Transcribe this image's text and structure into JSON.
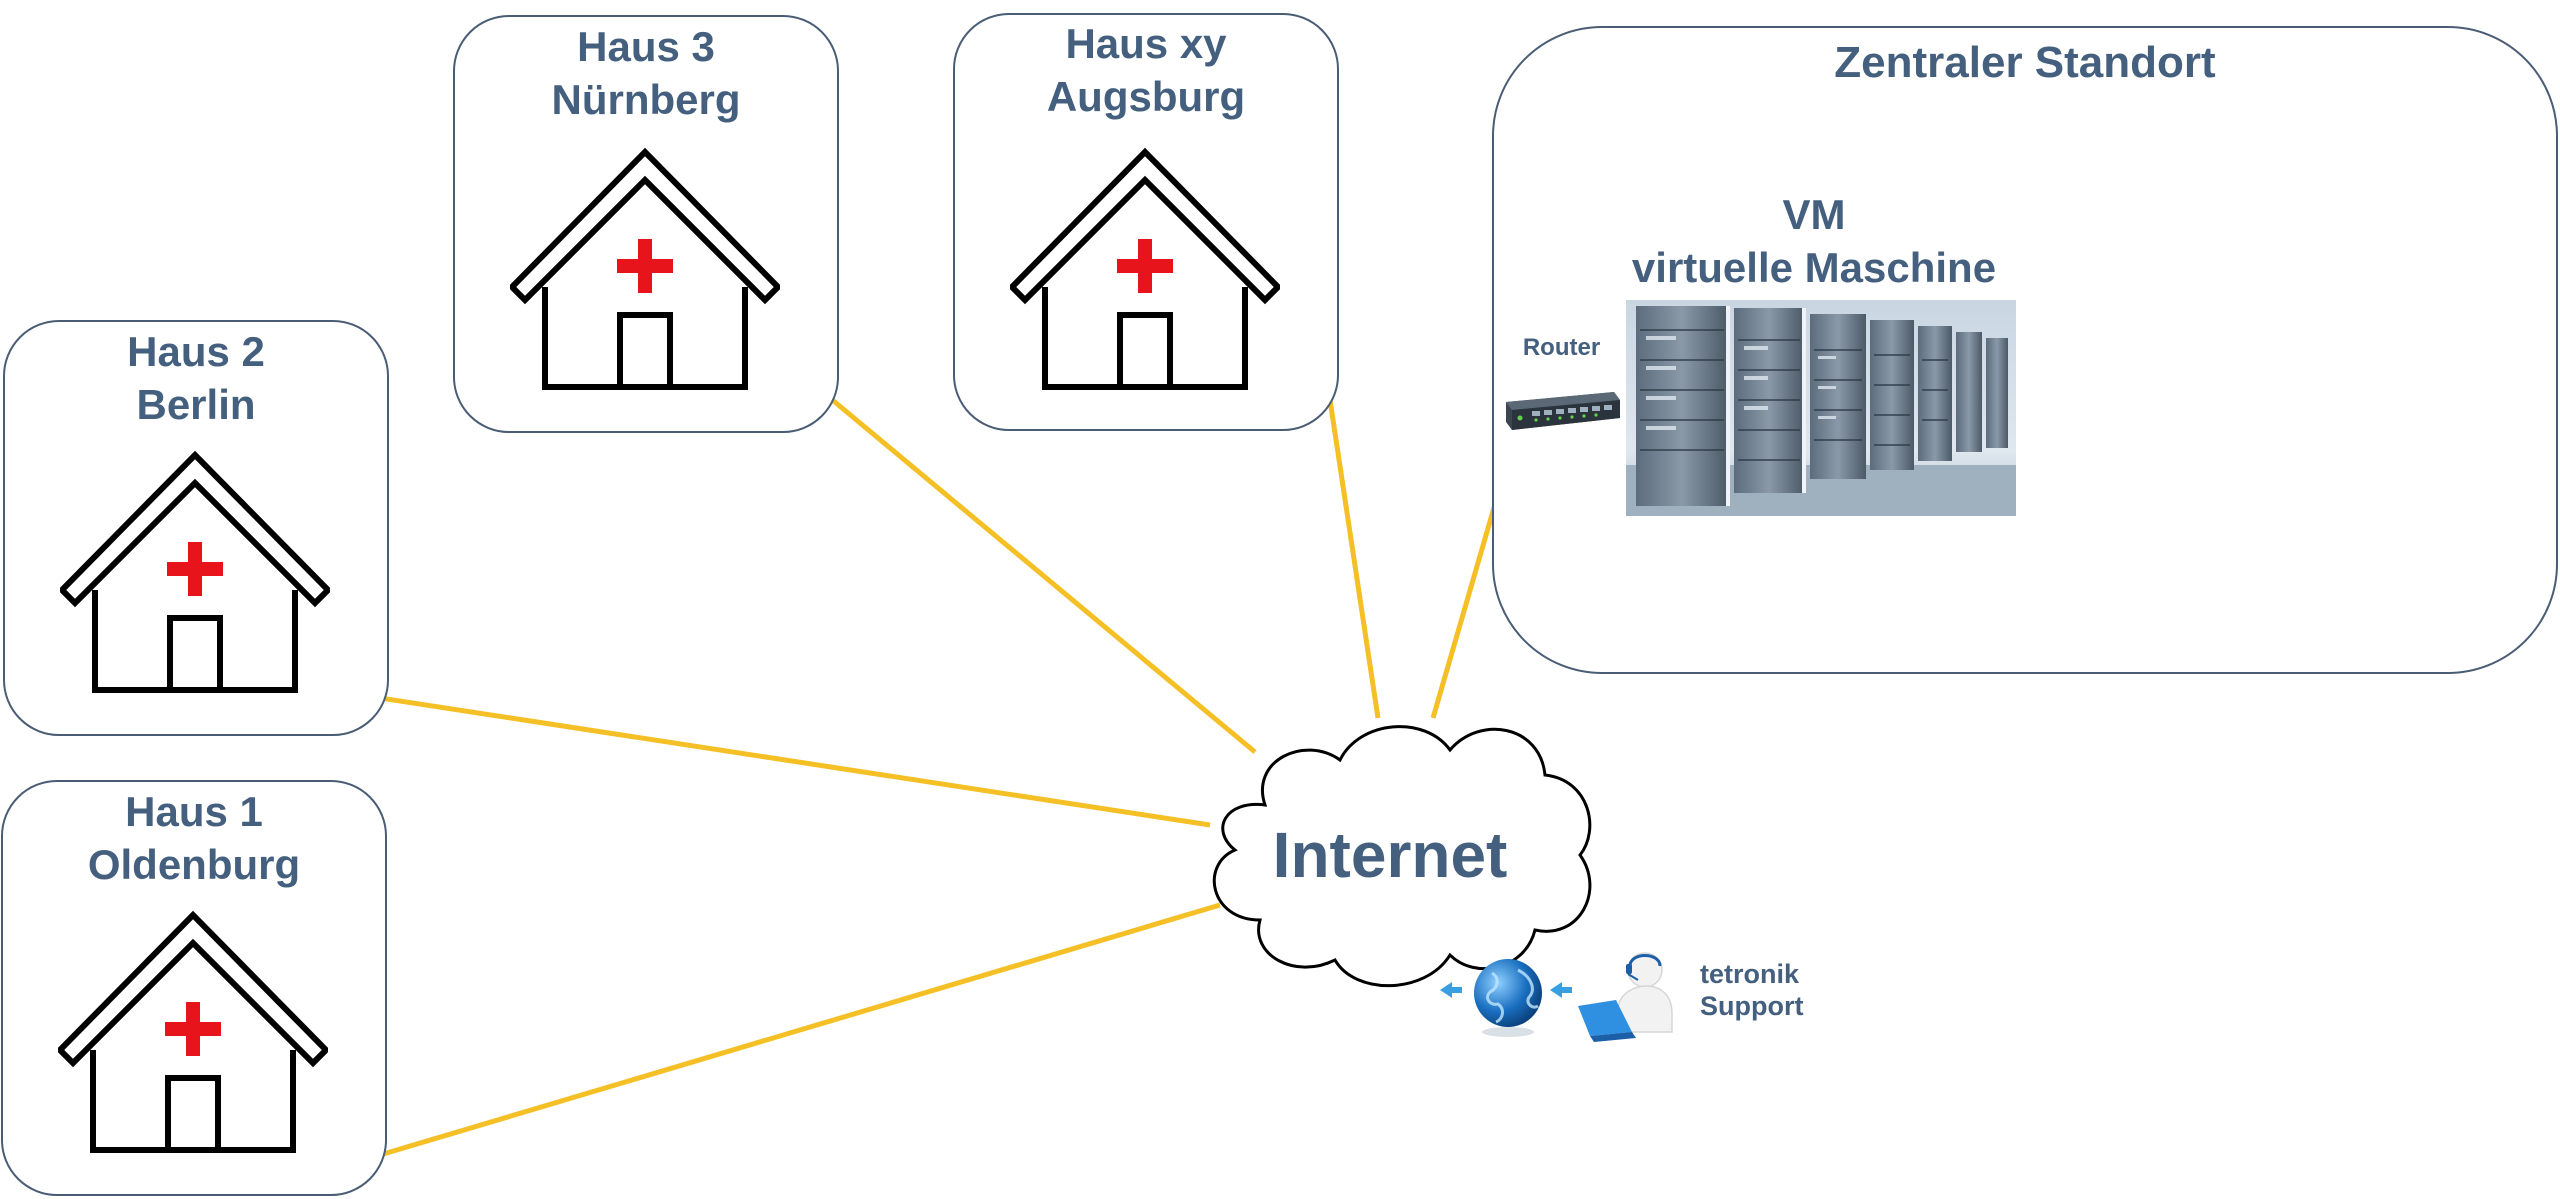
{
  "sites": [
    {
      "id": "haus3",
      "line1": "Haus 3",
      "line2": "Nürnberg"
    },
    {
      "id": "hausxy",
      "line1": "Haus xy",
      "line2": "Augsburg"
    },
    {
      "id": "haus2",
      "line1": "Haus 2",
      "line2": "Berlin"
    },
    {
      "id": "haus1",
      "line1": "Haus 1",
      "line2": "Oldenburg"
    }
  ],
  "central": {
    "title": "Zentraler Standort",
    "vm_line1": "VM",
    "vm_line2": "virtuelle Maschine",
    "router_label": "Router"
  },
  "cloud": {
    "label": "Internet"
  },
  "support": {
    "line1": "tetronik",
    "line2": "Support"
  },
  "colors": {
    "title_text": "#44607e",
    "box_border": "#4a5d75",
    "link_line": "#f4c025",
    "cross": "#e8141b",
    "house_outline": "#000000"
  },
  "icons": {
    "house": "hospital-house-icon",
    "router": "network-switch-icon",
    "server": "server-rack-image",
    "globe": "globe-icon",
    "support": "support-agent-icon"
  }
}
